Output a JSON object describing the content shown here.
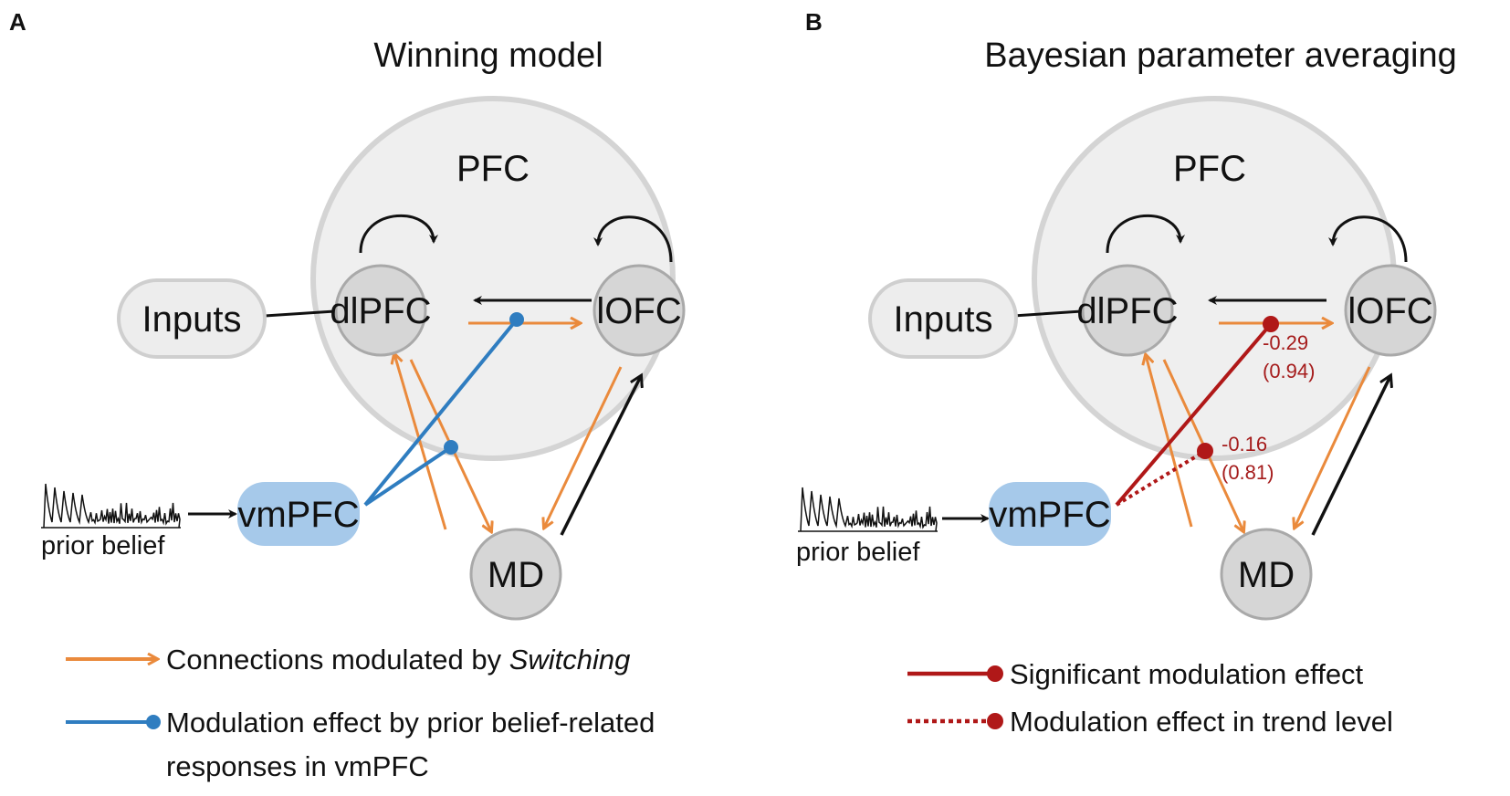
{
  "colors": {
    "orange": "#ea8a3c",
    "blue": "#2f7dc0",
    "red": "#b01818",
    "black": "#111111",
    "node_fill": "#d6d6d6",
    "node_stroke": "#a9a9a9",
    "pfc_fill": "#efefef",
    "pfc_stroke": "#d4d4d4",
    "vmpfc_fill": "#a6c9ea"
  },
  "panels": [
    {
      "letter": "A",
      "title": "Winning model",
      "pfc_label": "PFC",
      "nodes": {
        "dlpfc": "dlPFC",
        "lofc": "lOFC",
        "md": "MD",
        "inputs": "Inputs",
        "vmpfc": "vmPFC"
      },
      "prior_belief_label": "prior belief",
      "legend": [
        {
          "style": "orange-arrow",
          "text": "Connections modulated by ",
          "emphasis": "Switching"
        },
        {
          "style": "blue-dot-line",
          "text": "Modulation effect  by prior belief-related",
          "text2": "responses in vmPFC"
        }
      ]
    },
    {
      "letter": "B",
      "title": "Bayesian parameter averaging",
      "pfc_label": "PFC",
      "nodes": {
        "dlpfc": "dlPFC",
        "lofc": "lOFC",
        "md": "MD",
        "inputs": "Inputs",
        "vmpfc": "vmPFC"
      },
      "prior_belief_label": "prior belief",
      "annotations": [
        {
          "value": "-0.29",
          "prob": "(0.94)"
        },
        {
          "value": "-0.16",
          "prob": "(0.81)"
        }
      ],
      "legend": [
        {
          "style": "red-solid-dot-line",
          "text": "Significant modulation effect"
        },
        {
          "style": "red-dotted-dot-line",
          "text": "Modulation effect in trend level"
        }
      ]
    }
  ]
}
